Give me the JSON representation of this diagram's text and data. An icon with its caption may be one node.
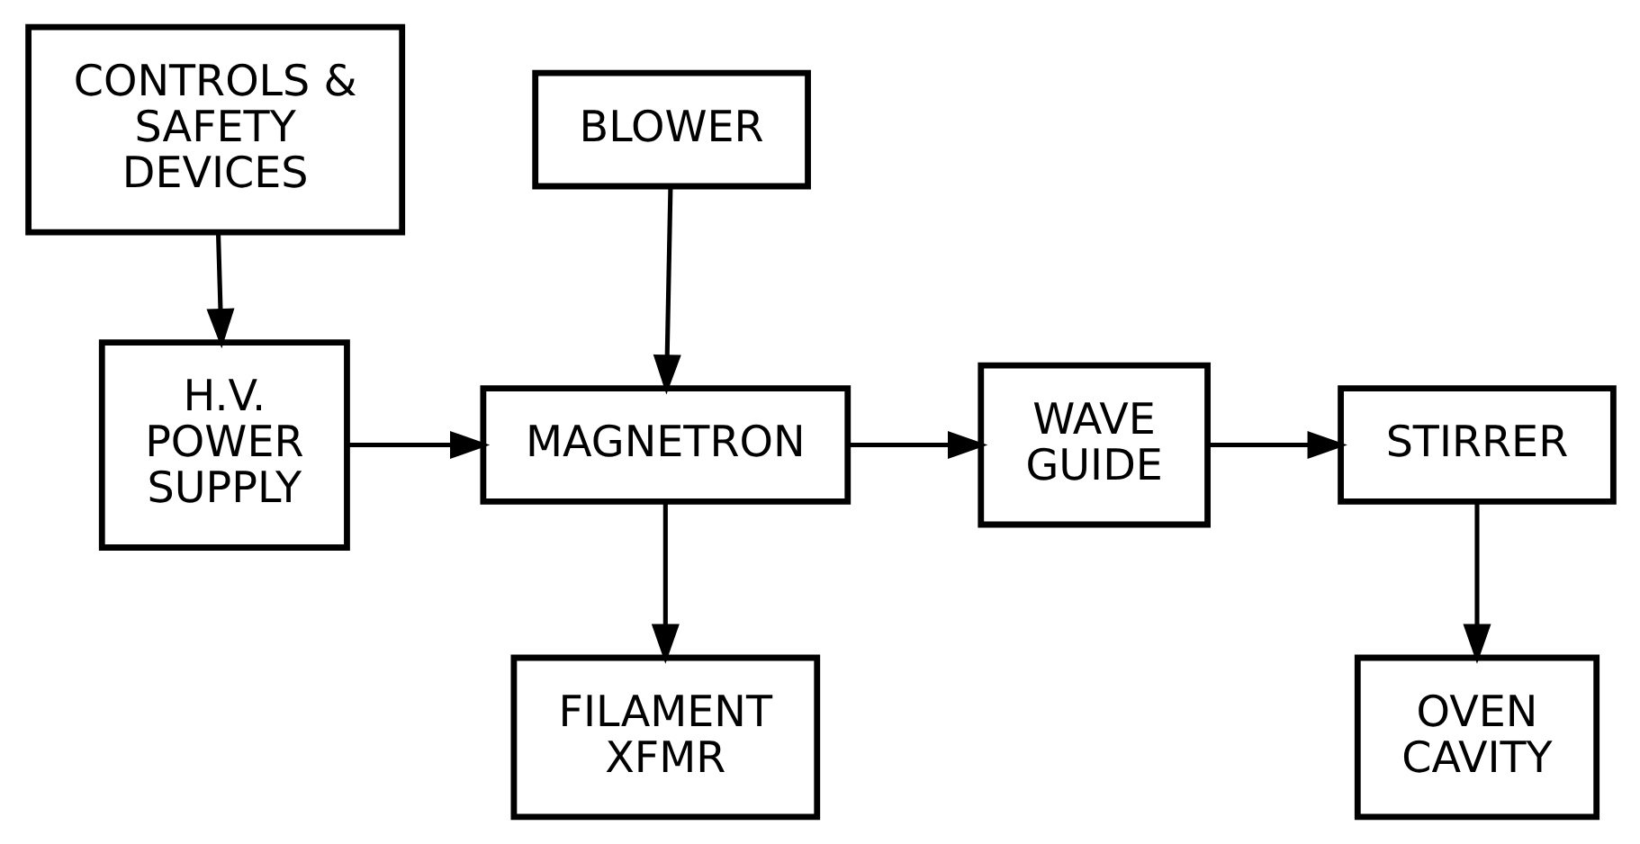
{
  "diagram": {
    "nodes": [
      {
        "text": [
          "CONTROLS & SAFETY DEVICES"
        ]
      },
      {
        "text": [
          "BLOWER"
        ]
      },
      {
        "text": [
          "H.V. POWER SUPPLY"
        ]
      },
      {
        "text": [
          "MAGNETRON"
        ]
      },
      {
        "text": [
          "WAVE GUIDE"
        ]
      },
      {
        "text": [
          "STIRRER"
        ]
      },
      {
        "text": [
          "FILAMENT XFMR"
        ]
      },
      {
        "text": [
          "OVEN CAVITY"
        ]
      }
    ],
    "edges": [
      {
        "from": 0,
        "to": 2,
        "arrow": "to"
      },
      {
        "from": 1,
        "to": 3,
        "arrow": "to"
      },
      {
        "from": 2,
        "to": 3,
        "arrow": "to"
      },
      {
        "from": 3,
        "to": 4,
        "arrow": "to"
      },
      {
        "from": 4,
        "to": 5,
        "arrow": "to"
      },
      {
        "from": 3,
        "to": 6,
        "arrow": "to"
      },
      {
        "from": 5,
        "to": 7,
        "arrow": "to"
      }
    ]
  }
}
